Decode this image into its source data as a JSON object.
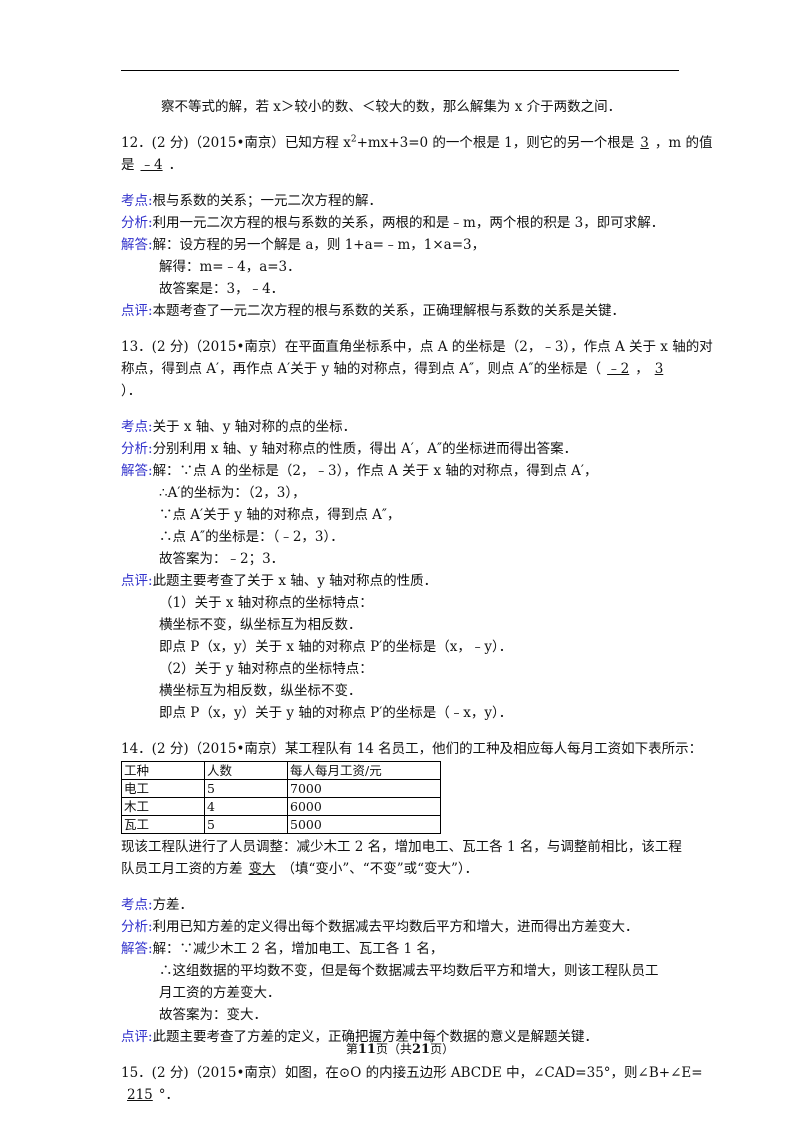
{
  "intro": "察不等式的解，若 x＞较小的数、＜较大的数，那么解集为 x 介于两数之间．",
  "q12": {
    "stem_a": "12．(2 分)（2015•南京）已知方程 x",
    "sup": "2",
    "stem_b": "+mx+3=0 的一个根是 1，则它的另一个根是",
    "ans1": "3",
    "stem_c": "，m 的值",
    "stem_d": "是",
    "ans2": "﹣4",
    "stem_e": "．",
    "kaodian_label": "考点:",
    "kaodian": "根与系数的关系；一元二次方程的解．",
    "fenxi_label": "分析:",
    "fenxi": "利用一元二次方程的根与系数的关系，两根的和是﹣m，两个根的积是 3，即可求解．",
    "jieda_label": "解答:",
    "jieda": [
      "解：设方程的另一个解是 a，则 1+a=﹣m，1×a=3，",
      "解得：m=﹣4，a=3．",
      "故答案是：3，﹣4．"
    ],
    "dianping_label": "点评:",
    "dianping": "本题考查了一元二次方程的根与系数的关系，正确理解根与系数的关系是关键．"
  },
  "q13": {
    "stem_a": "13．(2 分)（2015•南京）在平面直角坐标系中，点 A 的坐标是（2，﹣3），作点 A 关于 x 轴的对",
    "stem_b": "称点，得到点 A′，再作点 A′关于 y 轴的对称点，得到点 A″，则点 A″的坐标是（",
    "ans1": "﹣2",
    "comma": "，",
    "ans2": "3",
    "stem_c": "）．",
    "kaodian_label": "考点:",
    "kaodian": "关于 x 轴、y 轴对称的点的坐标．",
    "fenxi_label": "分析:",
    "fenxi": "分别利用 x 轴、y 轴对称点的性质，得出 A′，A″的坐标进而得出答案．",
    "jieda_label": "解答:",
    "jieda": [
      "解：∵点 A 的坐标是（2，﹣3），作点 A 关于 x 轴的对称点，得到点 A′，",
      "∴A′的坐标为：（2，3），",
      "∵点 A′关于 y 轴的对称点，得到点 A″，",
      "∴点 A″的坐标是：（﹣2，3）．",
      "故答案为：﹣2；3．"
    ],
    "dianping_label": "点评:",
    "dianping": [
      "此题主要考查了关于 x 轴、y 轴对称点的性质．",
      "（1）关于 x 轴对称点的坐标特点：",
      "横坐标不变，纵坐标互为相反数．",
      "即点 P（x，y）关于 x 轴的对称点 P′的坐标是（x，﹣y）．",
      "（2）关于 y 轴对称点的坐标特点：",
      "横坐标互为相反数，纵坐标不变．",
      "即点 P（x，y）关于 y 轴的对称点 P′的坐标是（﹣x，y）．"
    ]
  },
  "q14": {
    "stem": "14．(2 分)（2015•南京）某工程队有 14 名员工，他们的工种及相应每人每月工资如下表所示：",
    "table_headers": [
      "工种",
      "人数",
      "每人每月工资/元"
    ],
    "table_rows": [
      [
        "电工",
        "5",
        "7000"
      ],
      [
        "木工",
        "4",
        "6000"
      ],
      [
        "瓦工",
        "5",
        "5000"
      ]
    ],
    "stem_b": "现该工程队进行了人员调整：减少木工 2 名，增加电工、瓦工各 1 名，与调整前相比，该工程",
    "stem_c": "队员工月工资的方差",
    "ans": "变大",
    "stem_d": "（填“变小”、“不变”或“变大”）．",
    "kaodian_label": "考点:",
    "kaodian": "方差．",
    "fenxi_label": "分析:",
    "fenxi": "利用已知方差的定义得出每个数据减去平均数后平方和增大，进而得出方差变大．",
    "jieda_label": "解答:",
    "jieda": [
      "解：∵减少木工 2 名，增加电工、瓦工各 1 名，",
      "∴这组数据的平均数不变，但是每个数据减去平均数后平方和增大，则该工程队员工",
      "月工资的方差变大．",
      "故答案为：变大．"
    ],
    "dianping_label": "点评:",
    "dianping": "此题主要考查了方差的定义，正确把握方差中每个数据的意义是解题关键．"
  },
  "q15": {
    "stem_a": "15．(2 分)（2015•南京）如图，在⊙O 的内接五边形 ABCDE 中，∠CAD=35°，则∠B+∠E=",
    "ans": "215",
    "stem_b": "°．"
  },
  "footer": {
    "pre": "第",
    "page": "11",
    "mid": "页（共",
    "total": "21",
    "post": "页）"
  }
}
